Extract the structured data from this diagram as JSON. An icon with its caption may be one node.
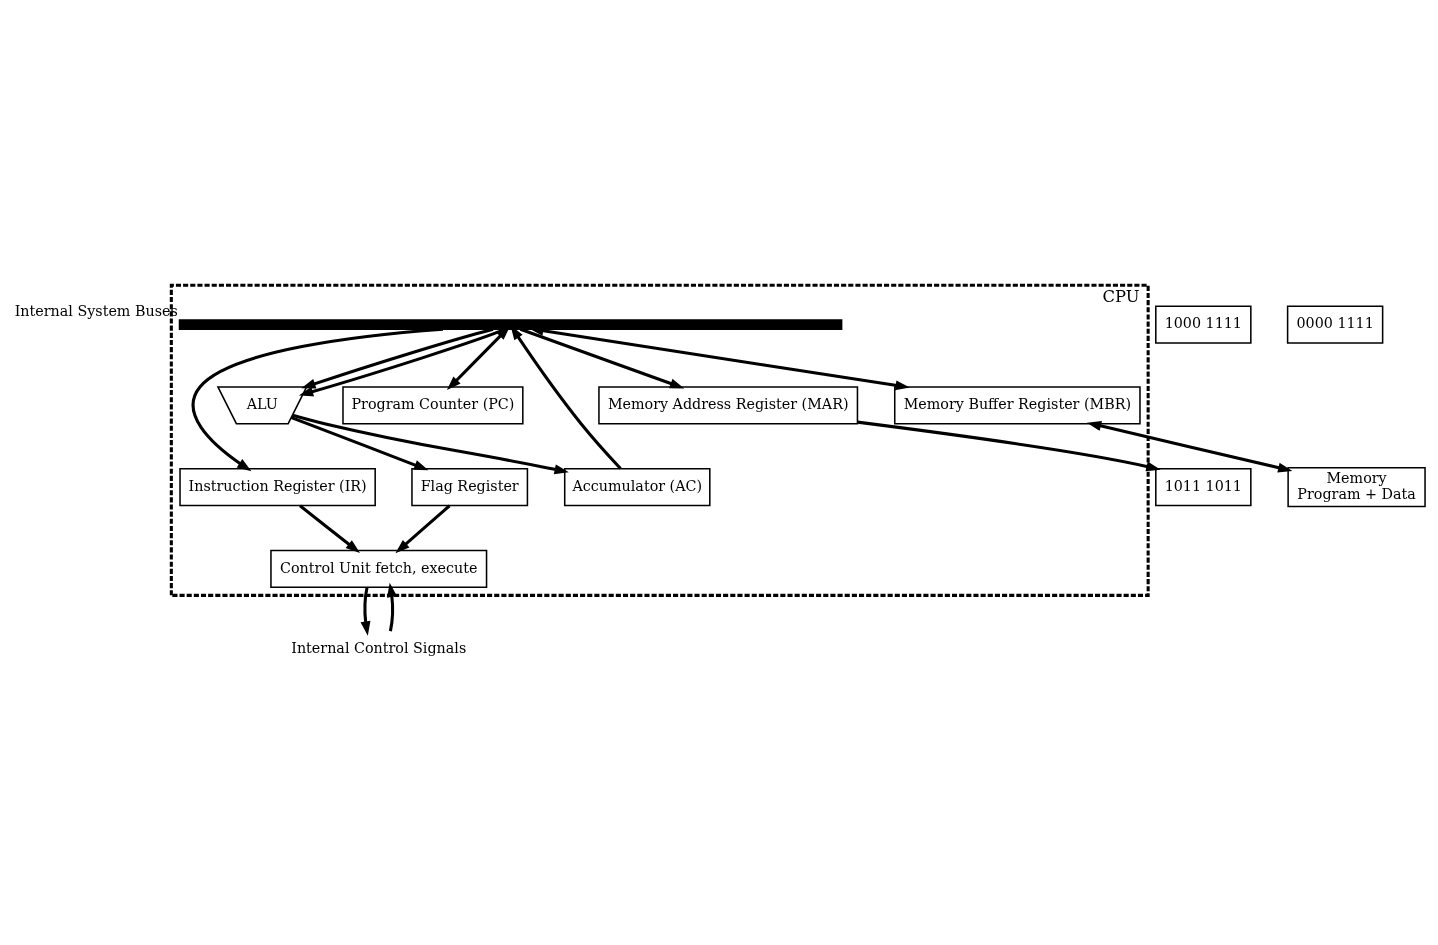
{
  "diagram": {
    "nodes": [
      {
        "text": [
          "CPU"
        ]
      },
      {
        "text": [
          "1000 1111"
        ]
      },
      {
        "text": [
          "1011 1011"
        ]
      },
      {
        "text": [
          "0000 1111"
        ]
      },
      {
        "text": [
          "Memory",
          "Program + Data"
        ]
      },
      {
        "text": [
          "Memory Address Register (MAR)"
        ],
        "in": 0
      },
      {
        "text": [
          "Memory Buffer Register (MBR)"
        ],
        "in": 0
      },
      {
        "text": [
          "Program Counter (PC)"
        ],
        "in": 0
      },
      {
        "text": [],
        "shape": "bar",
        "beside": [
          "Internal System Buses"
        ],
        "in": 0
      },
      {
        "text": [
          "ALU"
        ],
        "in": 0
      },
      {
        "text": [
          "Accumulator (AC)"
        ],
        "in": 0
      },
      {
        "text": [
          "Flag Register"
        ],
        "in": 0
      },
      {
        "text": [
          "Instruction Register (IR)"
        ],
        "in": 0
      },
      {
        "text": [
          "Control Unit fetch, execute"
        ],
        "in": 0
      },
      {
        "text": [
          "Internal Control Signals"
        ]
      }
    ],
    "edges": [
      {
        "from": 5,
        "to": 2,
        "arrow": "to"
      },
      {
        "from": 6,
        "to": 4,
        "arrow": "both"
      },
      {
        "from": 8,
        "to": 6,
        "arrow": "both"
      },
      {
        "from": 8,
        "to": 5,
        "arrow": "to"
      },
      {
        "from": 8,
        "to": 7,
        "arrow": "both"
      },
      {
        "from": 8,
        "to": 9,
        "arrow": "to"
      },
      {
        "from": 8,
        "to": 9,
        "arrow": "to"
      },
      {
        "from": 8,
        "to": 12,
        "arrow": "to"
      },
      {
        "from": 9,
        "to": 10,
        "arrow": "to"
      },
      {
        "from": 9,
        "to": 11,
        "arrow": "to"
      },
      {
        "from": 10,
        "to": 8,
        "arrow": "to"
      },
      {
        "from": 12,
        "to": 13,
        "arrow": "to"
      },
      {
        "from": 11,
        "to": 13,
        "arrow": "to"
      },
      {
        "from": 14,
        "to": 13,
        "arrow": "to"
      },
      {
        "from": 13,
        "to": 14,
        "arrow": "to"
      }
    ]
  }
}
